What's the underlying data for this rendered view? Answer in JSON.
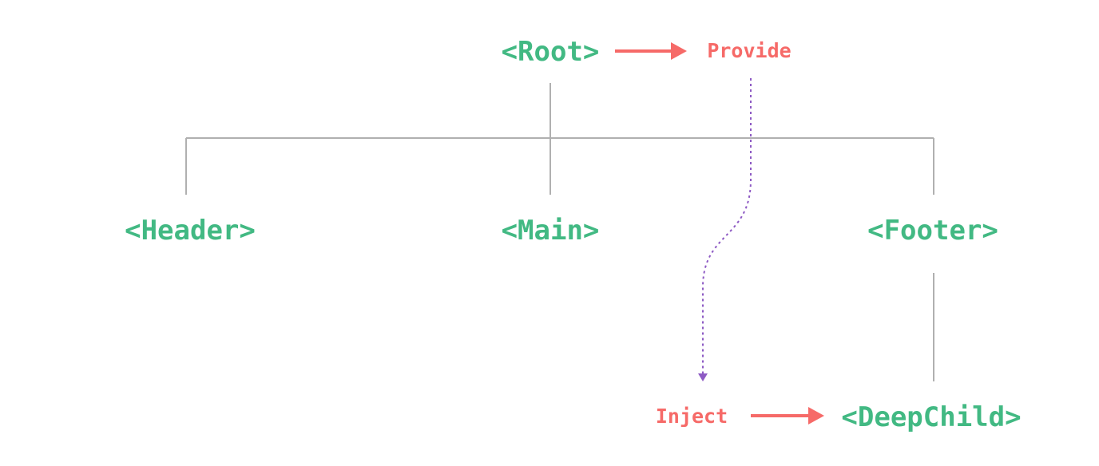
{
  "colors": {
    "component": "#42b983",
    "action": "#f66a68",
    "tree_line": "#b0b0b0",
    "inject_path": "#8e5bc4"
  },
  "nodes": {
    "root": "<Root>",
    "header": "<Header>",
    "main": "<Main>",
    "footer": "<Footer>",
    "deep_child": "<DeepChild>"
  },
  "actions": {
    "provide": "Provide",
    "inject": "Inject"
  }
}
